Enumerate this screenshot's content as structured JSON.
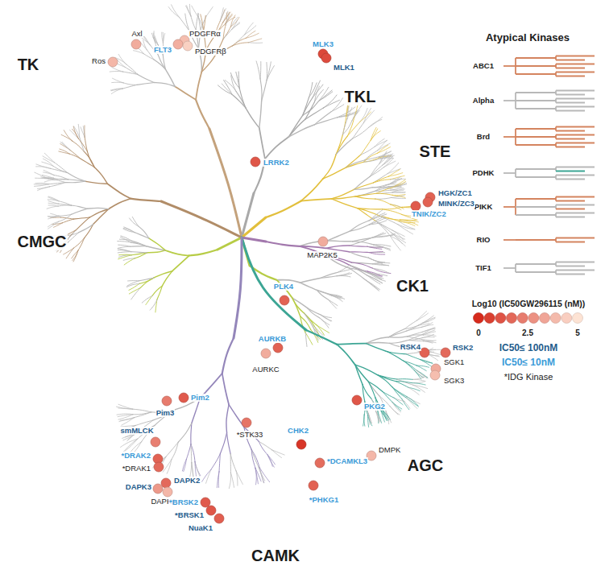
{
  "diagram": {
    "labels": [
      "TK",
      "TKL",
      "STE",
      "CMGC",
      "CK1",
      "AGC",
      "CAMK",
      "Atypical Kinases",
      "ABC1",
      "Alpha",
      "Brd",
      "PDHK",
      "PIKK",
      "RIO",
      "TIF1",
      "Log10 (IC50GW296115 (nM))",
      "0",
      "2.5",
      "5",
      "IC50≤ 100nM",
      "IC50≤ 10nM",
      "*IDG Kinase",
      "Axl",
      "PDGFRα",
      "FLT3",
      "PDGFRβ",
      "Ros",
      "MLK3",
      "MLK1",
      "LRRK2",
      "HGK/ZC1",
      "MINK/ZC3",
      "TNIK/ZC2",
      "MAP2K5",
      "PLK4",
      "RSK4",
      "RSK2",
      "SGK1",
      "SGK3",
      "AURKB",
      "AURKC",
      "PKG2",
      "Pim3",
      "Pim2",
      "*STK33",
      "CHK2",
      "DMPK",
      "*DCAMKL3",
      "*PHKG1",
      "smMLCK",
      "*DRAK2",
      "*DRAK1",
      "DAPK2",
      "DAPK3",
      "DAPK1",
      "*BRSK2",
      "*BRSK1",
      "NuaK1"
    ]
  }
}
